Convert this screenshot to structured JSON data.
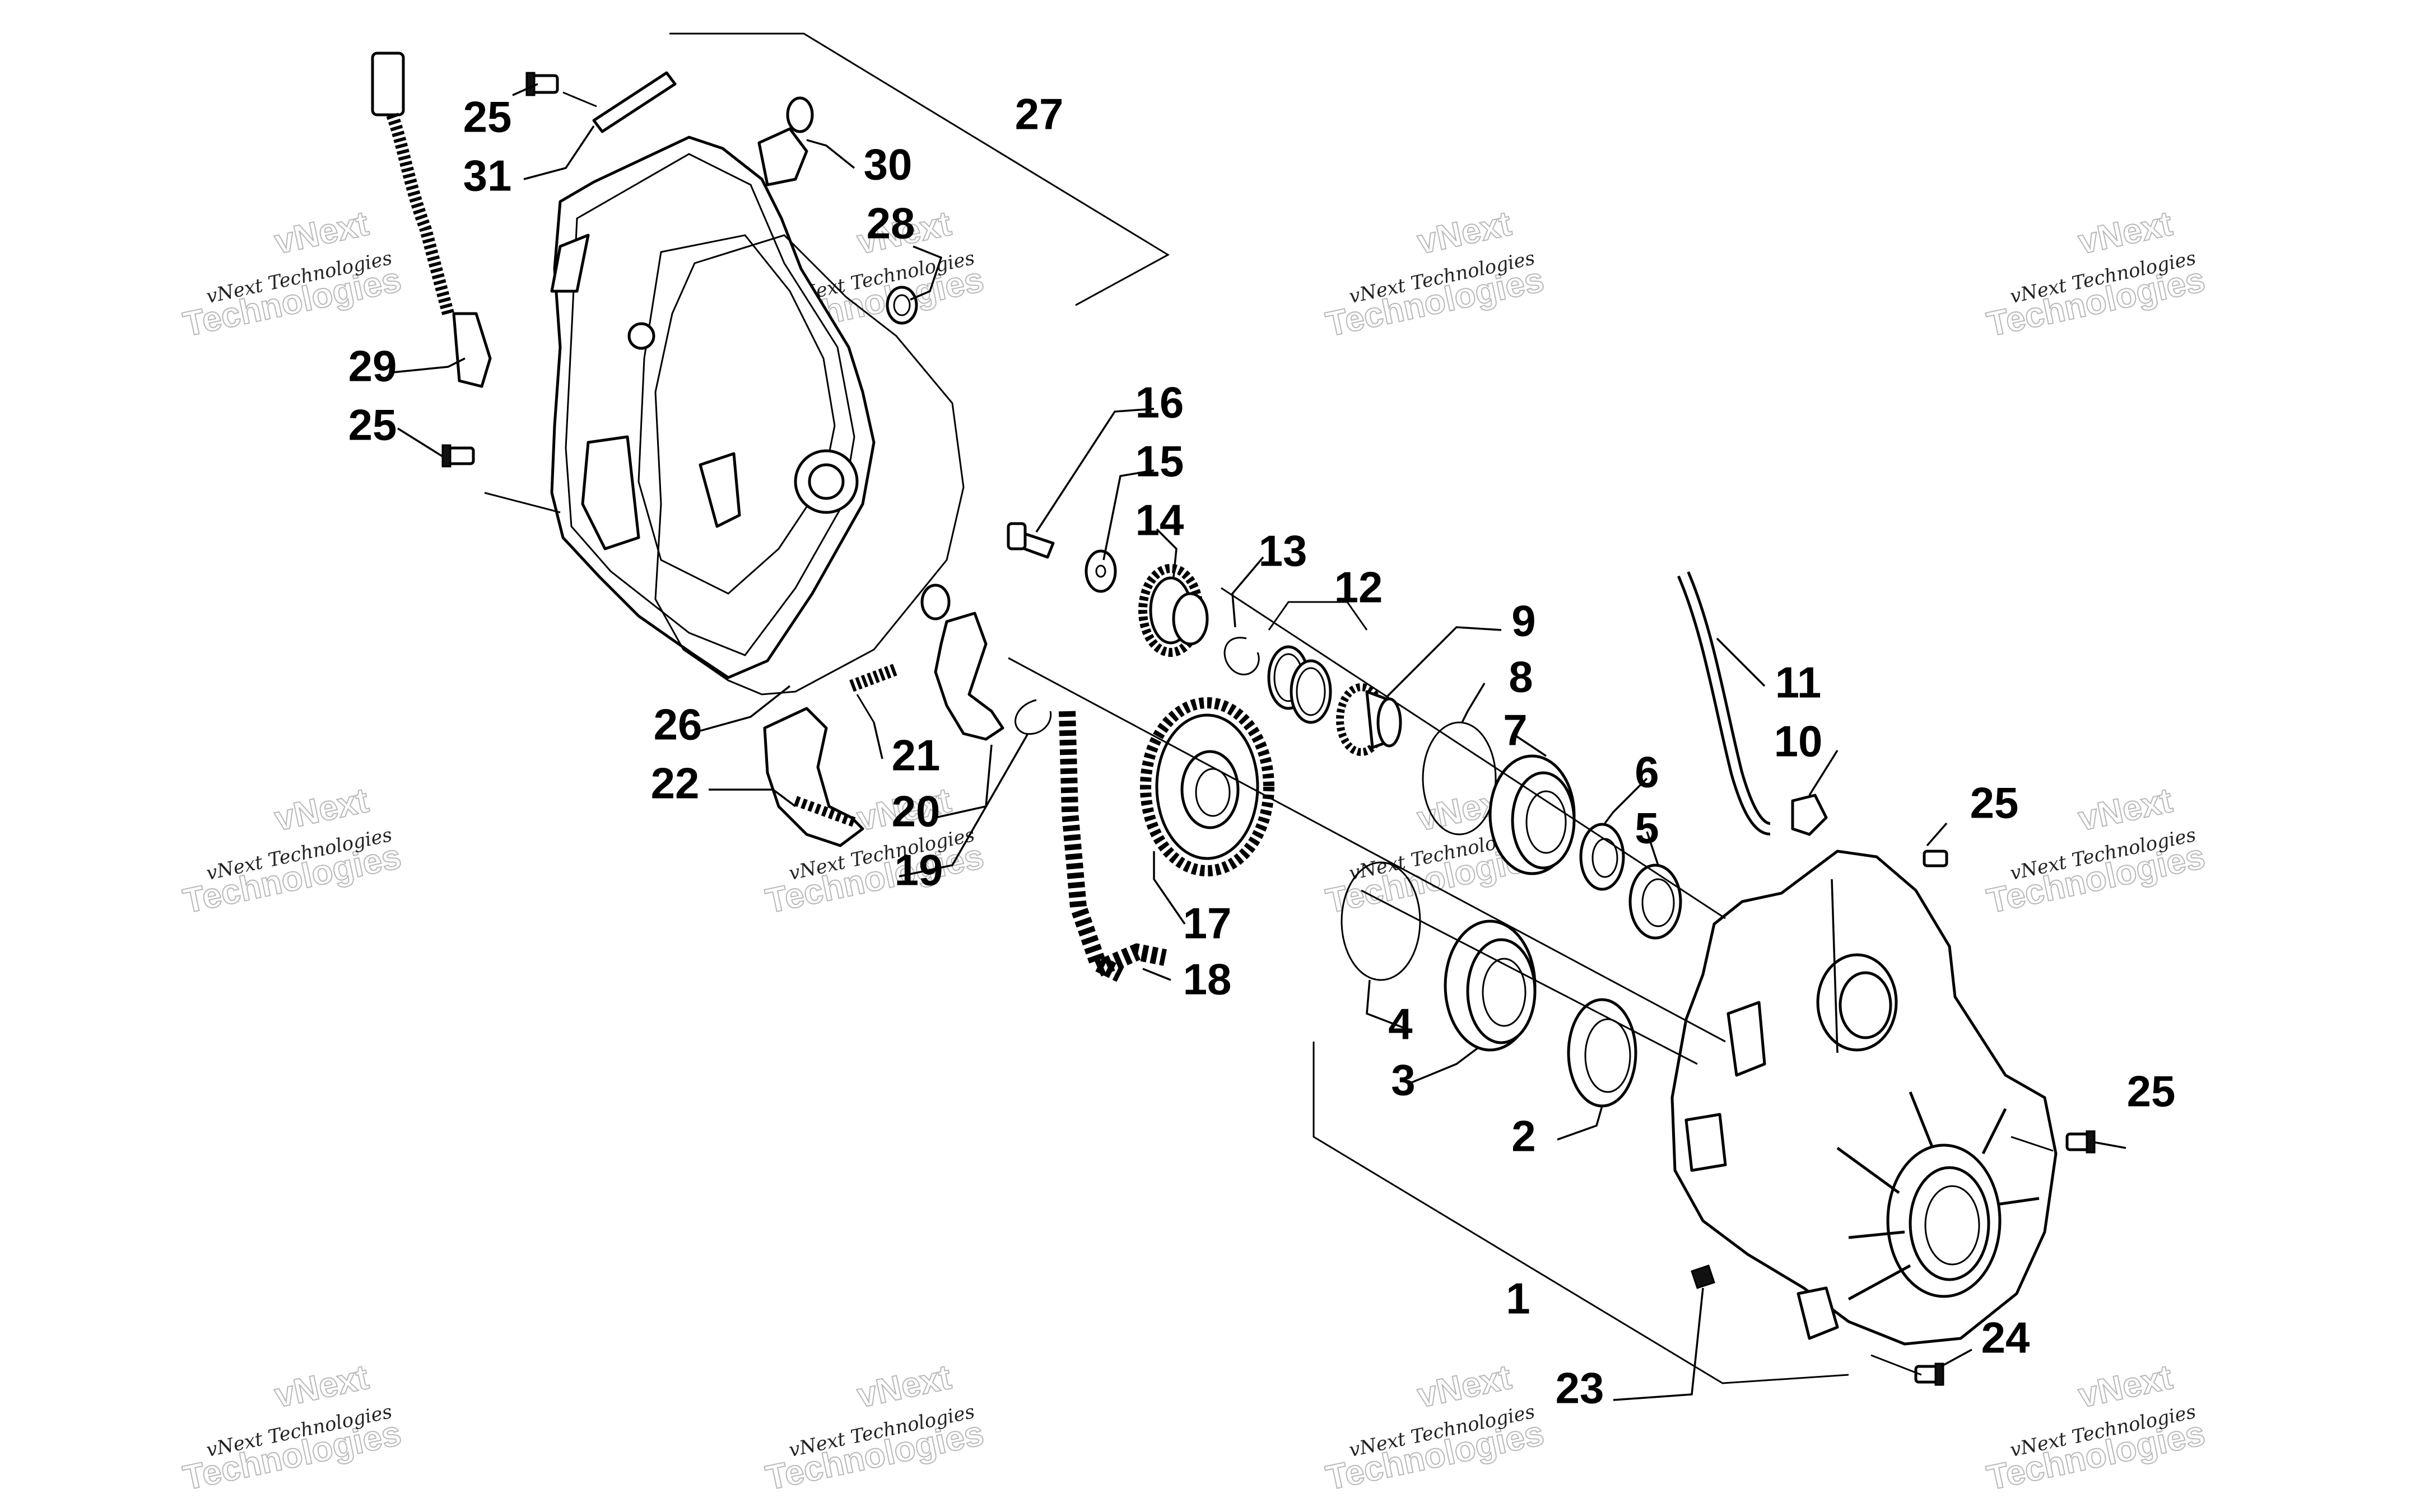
{
  "watermark": {
    "line": "vNext Technologies",
    "big": "Technologies",
    "badge": "vNext",
    "positions": [
      [
        1
      ],
      [
        2
      ],
      [
        3
      ],
      [
        4
      ],
      [
        5
      ],
      [
        6
      ],
      [
        7
      ],
      [
        8
      ],
      [
        9
      ],
      [
        10
      ],
      [
        11
      ],
      [
        12
      ]
    ]
  },
  "callouts": {
    "c1": "1",
    "c2": "2",
    "c3": "3",
    "c4": "4",
    "c5": "5",
    "c6": "6",
    "c7": "7",
    "c8": "8",
    "c9": "9",
    "c10": "10",
    "c11": "11",
    "c12": "12",
    "c13": "13",
    "c14": "14",
    "c15": "15",
    "c16": "16",
    "c17": "17",
    "c18": "18",
    "c19": "19",
    "c20": "20",
    "c21": "21",
    "c22": "22",
    "c23": "23",
    "c24": "24",
    "c25a": "25",
    "c25b": "25",
    "c25c": "25",
    "c25d": "25",
    "c26": "26",
    "c27": "27",
    "c28": "28",
    "c29": "29",
    "c30": "30",
    "c31": "31"
  }
}
